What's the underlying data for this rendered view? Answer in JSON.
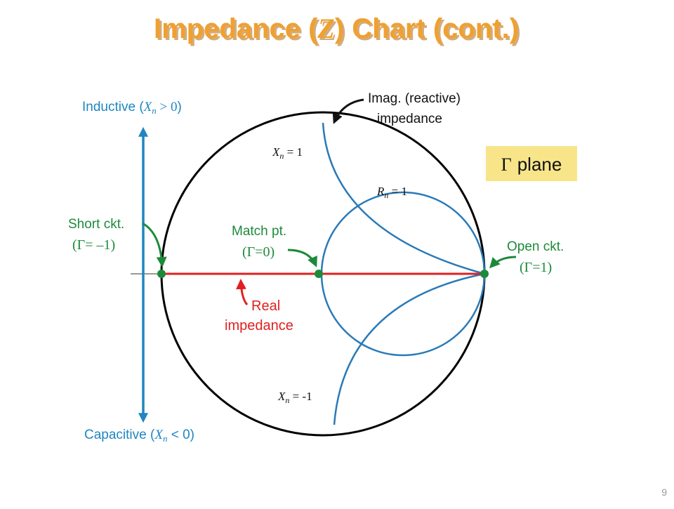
{
  "title": {
    "prefix": "Impedance (",
    "symbol": "Z",
    "suffix": ") Chart (cont.)"
  },
  "page_number": "9",
  "plane_box": {
    "symbol": "Γ",
    "text": "plane"
  },
  "axis": {
    "inductive": {
      "prefix": "Inductive (",
      "var": "X",
      "sub": "n",
      "cond": " > 0",
      "close": ")"
    },
    "capacitive": {
      "prefix": "Capacitive (",
      "var": "X",
      "sub": "n",
      "cond": " < 0)"
    }
  },
  "curve_labels": {
    "xn_pos": {
      "var": "X",
      "sub": "n",
      "value": " = 1"
    },
    "xn_neg": {
      "var": "X",
      "sub": "n",
      "value": " = -1"
    },
    "rn": {
      "var": "R",
      "sub": "n",
      "value": " = 1"
    }
  },
  "annotations": {
    "imag": {
      "line1": "Imag. (reactive)",
      "line2": "impedance"
    },
    "short": {
      "line1": "Short ckt.",
      "line2": "(Γ= –1)"
    },
    "match": {
      "line1": "Match pt.",
      "line2": "(Γ=0)"
    },
    "open": {
      "line1": "Open ckt.",
      "line2": "(Γ=1)"
    },
    "real": {
      "line1": "Real",
      "line2": "impedance"
    }
  },
  "colors": {
    "title": "#f0a030",
    "title_shadow": "#b06a10",
    "blue": "#1f86c0",
    "curve_blue": "#2a7ab8",
    "green": "#1d8a3a",
    "red": "#e02020",
    "plane_bg": "#f8e58a",
    "gray": "#999999"
  }
}
